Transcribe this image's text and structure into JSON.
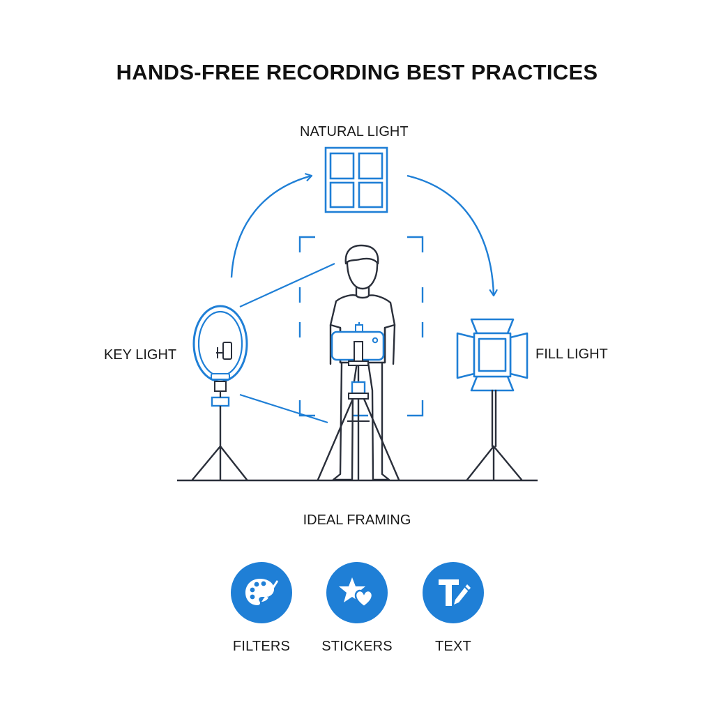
{
  "title": "HANDS-FREE RECORDING BEST PRACTICES",
  "labels": {
    "natural_light": "NATURAL LIGHT",
    "key_light": "KEY LIGHT",
    "fill_light": "FILL LIGHT",
    "ideal_framing": "IDEAL FRAMING"
  },
  "tools": [
    {
      "label": "FILTERS",
      "icon": "palette-brush-icon"
    },
    {
      "label": "STICKERS",
      "icon": "star-heart-icon"
    },
    {
      "label": "TEXT",
      "icon": "text-pencil-icon"
    }
  ],
  "colors": {
    "accent": "#1f7fd6",
    "line": "#2a2f3a",
    "background": "#ffffff"
  }
}
